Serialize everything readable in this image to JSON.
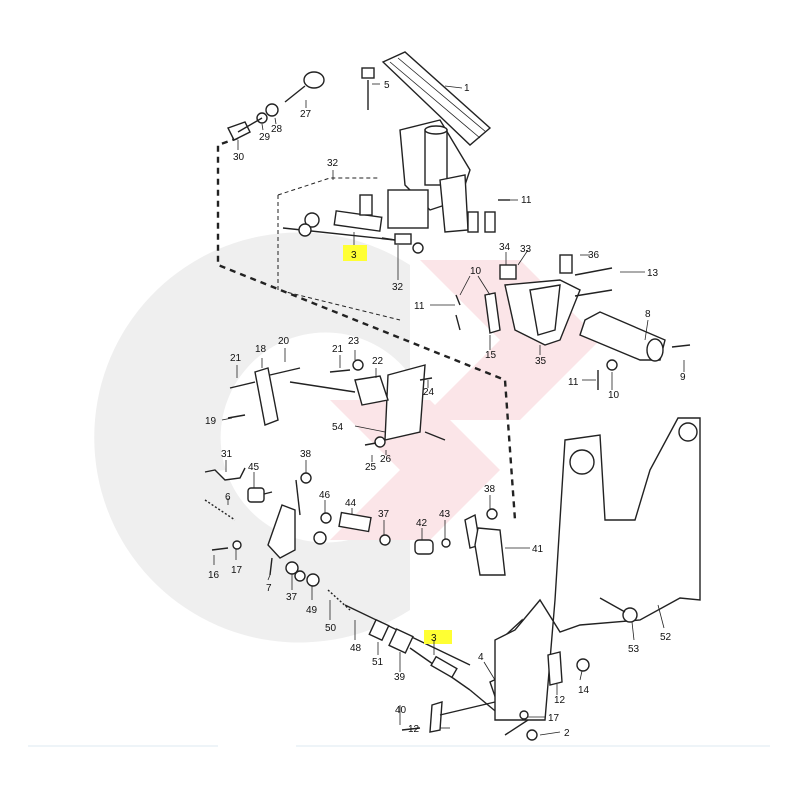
{
  "diagram": {
    "labels": [
      "1",
      "5",
      "27",
      "28",
      "29",
      "30",
      "32",
      "11",
      "3",
      "34",
      "33",
      "36",
      "13",
      "10",
      "11",
      "8",
      "15",
      "35",
      "9",
      "32",
      "18",
      "20",
      "21",
      "23",
      "21",
      "22",
      "24",
      "19",
      "54",
      "25",
      "26",
      "11",
      "10",
      "31",
      "45",
      "38",
      "6",
      "46",
      "44",
      "37",
      "42",
      "43",
      "38",
      "41",
      "16",
      "17",
      "7",
      "37",
      "49",
      "50",
      "48",
      "51",
      "39",
      "3",
      "4",
      "12",
      "17",
      "12",
      "14",
      "2",
      "40",
      "52",
      "53"
    ],
    "highlighted_labels": [
      "3",
      "3"
    ]
  },
  "watermark": {
    "colors": {
      "gray": "#eeeeee",
      "red": "#fbe3e6"
    }
  },
  "colors": {
    "highlight": "#ffff33",
    "line": "#222222"
  }
}
